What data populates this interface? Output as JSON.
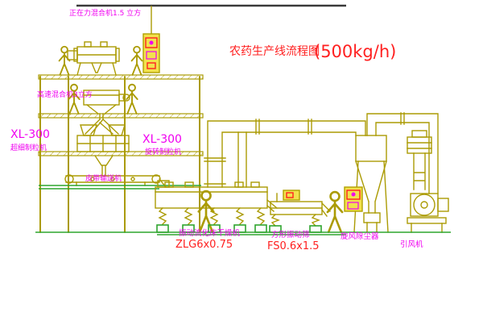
{
  "title": {
    "main": "农药生产线流程图",
    "capacity": "(500kg/h)"
  },
  "equipment_labels": {
    "top_mixer": "正在力混合机1.5 立方",
    "high_speed_mixer": "高速混合机3立方",
    "granulator_left": {
      "model": "XL-300",
      "name": "超细制粒机"
    },
    "granulator_mid": {
      "model": "XL-300",
      "name": "旋转制粒机"
    },
    "belt_conveyor": "皮带输送机",
    "fluid_bed_dryer": {
      "name": "振动流化床干燥机",
      "model": "ZLG6x0.75"
    },
    "vibrating_screen": {
      "name": "方形振动筛",
      "model": "FS0.6x1.5"
    },
    "cyclone": "旋风除尘器",
    "induced_draft_fan": "引风机"
  },
  "colors": {
    "drawing_line": "#ab9b04",
    "ground_green": "#2fa52f",
    "label_magenta": "#f000f0",
    "model_red": "#ff2020",
    "panel_yellow": "#f2e14d",
    "beam_black": "#3a3a3a"
  }
}
